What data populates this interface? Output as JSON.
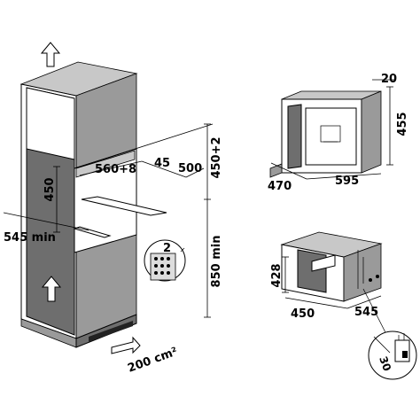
{
  "dimensions": {
    "cabinet": {
      "height_top": "450+2",
      "opening_depth": "500",
      "gap": "45",
      "opening_width": "560+8",
      "opening_height": "450",
      "min_depth": "545 min",
      "floor_height": "850 min",
      "detail_number": "2",
      "vent_area": "200 cm²"
    },
    "front_unit": {
      "top_offset": "20",
      "height": "455",
      "depth": "470",
      "width": "595"
    },
    "rear_unit": {
      "height": "428",
      "depth": "450",
      "width": "545"
    },
    "connection_detail": {
      "cable": "30"
    }
  },
  "icons": [
    "arrow-up-icon",
    "arrow-right-icon",
    "socket-icon"
  ]
}
